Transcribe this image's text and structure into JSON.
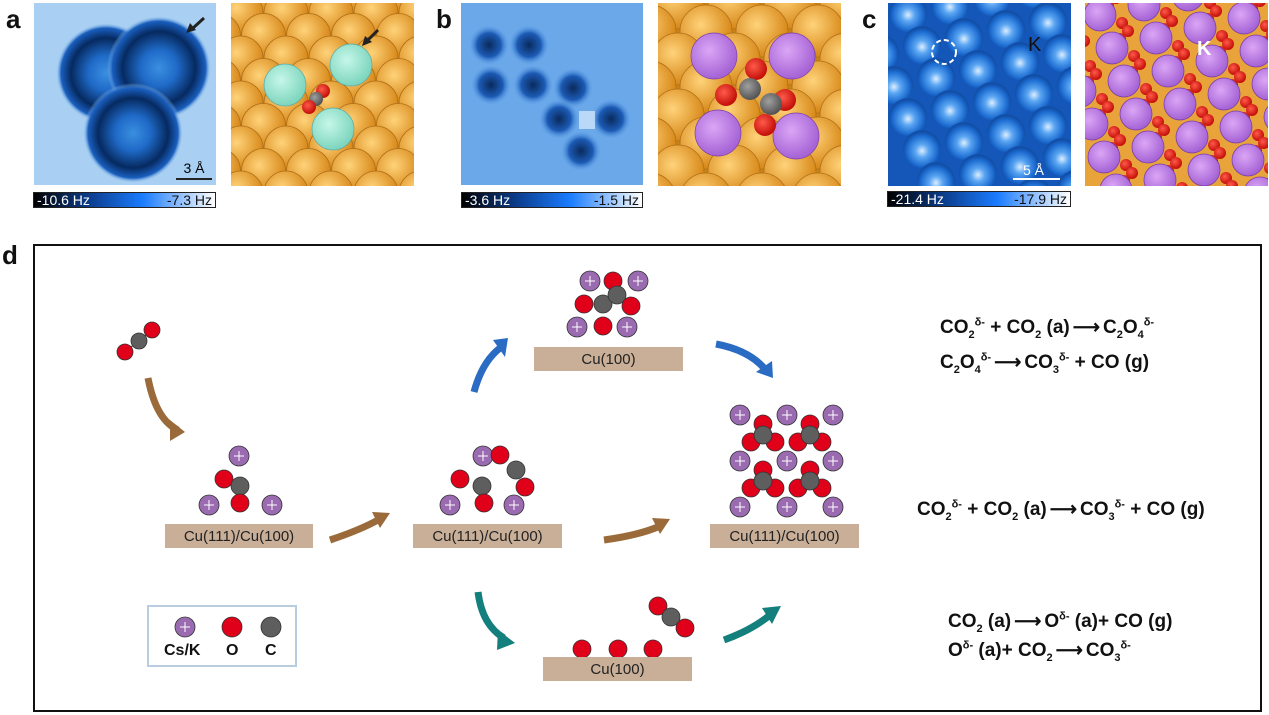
{
  "panels": {
    "a": {
      "label": "a",
      "scale_bar": "3 Å",
      "colorbar": {
        "min": "-10.6 Hz",
        "max": "-7.3 Hz"
      }
    },
    "b": {
      "label": "b",
      "colorbar": {
        "min": "-3.6 Hz",
        "max": "-1.5 Hz"
      }
    },
    "c": {
      "label": "c",
      "afm_marker": "K",
      "model_marker": "K",
      "scale_bar": "5 Å",
      "colorbar": {
        "min": "-21.4 Hz",
        "max": "-17.9 Hz"
      }
    },
    "d": {
      "label": "d",
      "substrates": {
        "start": "Cu(111)/Cu(100)",
        "middle": "Cu(111)/Cu(100)",
        "top": "Cu(100)",
        "final": "Cu(111)/Cu(100)",
        "bottom": "Cu(100)"
      },
      "legend": {
        "items": [
          {
            "label": "Cs/K",
            "color": "#9b6bb2"
          },
          {
            "label": "O",
            "color": "#e0001a"
          },
          {
            "label": "C",
            "color": "#5e5e5e"
          }
        ]
      },
      "equations": {
        "top": [
          {
            "lhs_html": "CO<sub>2</sub><sup>δ-</sup> + CO<sub>2</sub> (a)",
            "rhs_html": "C<sub>2</sub>O<sub>4</sub><sup>δ-</sup>"
          },
          {
            "lhs_html": "C<sub>2</sub>O<sub>4</sub><sup>δ-</sup>",
            "rhs_html": "CO<sub>3</sub><sup>δ-</sup> + CO (g)"
          }
        ],
        "middle": [
          {
            "lhs_html": "CO<sub>2</sub><sup>δ-</sup> + CO<sub>2</sub> (a)",
            "rhs_html": "CO<sub>3</sub><sup>δ-</sup> + CO (g)"
          }
        ],
        "bottom": [
          {
            "lhs_html": "CO<sub>2</sub> (a)",
            "rhs_html": "O<sup>δ-</sup> (a)+ CO (g)"
          },
          {
            "lhs_html": "O<sup>δ-</sup> (a)+ CO<sub>2</sub>",
            "rhs_html": "CO<sub>3</sub><sup>δ-</sup>"
          }
        ]
      },
      "arrow_colors": {
        "brown": "#9a6a3a",
        "blue": "#2a6bc4",
        "teal": "#13807e"
      }
    }
  },
  "colors": {
    "cu": "#f2a93a",
    "cs_k": "#b678e0",
    "ion_a": "#a8ecd8",
    "oxygen": "#e0001a",
    "carbon": "#5e5e5e",
    "legend_purple": "#9b6bb2",
    "substrate": "#c9ae98"
  }
}
